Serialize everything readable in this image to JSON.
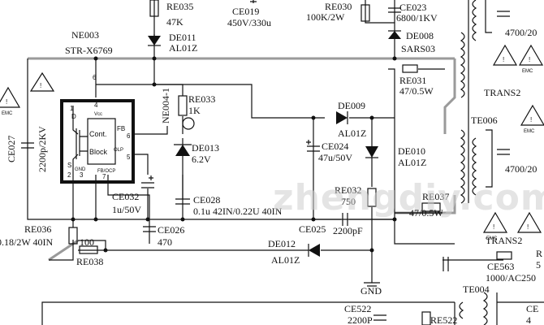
{
  "ic": {
    "ref": "NE003",
    "part": "STR-X6769",
    "pin6": "6",
    "pin1": "1",
    "pin4": "4",
    "pin2": "2",
    "pin3": "3",
    "pin7": "7",
    "pin5": "5",
    "pin_d": "D",
    "pin_s": "S",
    "vcc": "Vcc",
    "gnd": "GND",
    "fb": "FB",
    "olp": "OLP",
    "block1": "Cont.",
    "block2": "Block",
    "ocp": "FB/OCP",
    "pin6b": "6"
  },
  "components": {
    "re035": "RE035",
    "re035_v": "47K",
    "de011": "DE011",
    "de011_v": "AL01Z",
    "ce019": "CE019",
    "ce019_v": "450V/330u",
    "re030": "RE030",
    "re030_v": "100K/2W",
    "ce023": "CE023",
    "ce023_v": "6800/1KV",
    "de008": "DE008",
    "de008_v": "SARS03",
    "ce027": "CE027",
    "ce027_v": "2200p/2KV",
    "re033": "RE033",
    "re033_v": "1K",
    "ne004": "NE004-1",
    "de013": "DE013",
    "de013_v": "6.2V",
    "re031": "RE031",
    "re031_v": "47/0.5W",
    "trans2": "TRANS2",
    "te006": "TE006",
    "de009": "DE009",
    "de009_v": "AL01Z",
    "ce024": "CE024",
    "ce024_v": "47u/50V",
    "de010": "DE010",
    "de010_v": "AL01Z",
    "ce032": "CE032",
    "ce032_v": "1u/50V",
    "ce028": "CE028",
    "ce028_v": "0.1u 42IN/0.22U 40IN",
    "re032": "RE032",
    "re032_v": "750",
    "re037": "RE037",
    "re037_v": "47/0.5W",
    "re036": "RE036",
    "re036_v": "0.18/2W 40IN",
    "re036_v2": "100",
    "ce026": "CE026",
    "ce026_v": "470",
    "ce025": "CE025",
    "ce025_v": "2200pF",
    "re038": "RE038",
    "de012": "DE012",
    "de012_v": "AL01Z",
    "gnd": "GND",
    "ce563": "CE563",
    "ce563_v": "1000/AC250",
    "te004": "TE004",
    "trans2b": "TRANS2",
    "ce522": "CE522",
    "ce522_v": "2200P",
    "re522": "RE522",
    "cap_r1": "4700/20",
    "cap_r2": "4700/20",
    "r_right": "R",
    "r_right_v": "5",
    "ce_frag": "CE",
    "ce_frag_v": "4"
  },
  "warning": {
    "emc": "EMC"
  },
  "watermark": "zhengdiy.com"
}
